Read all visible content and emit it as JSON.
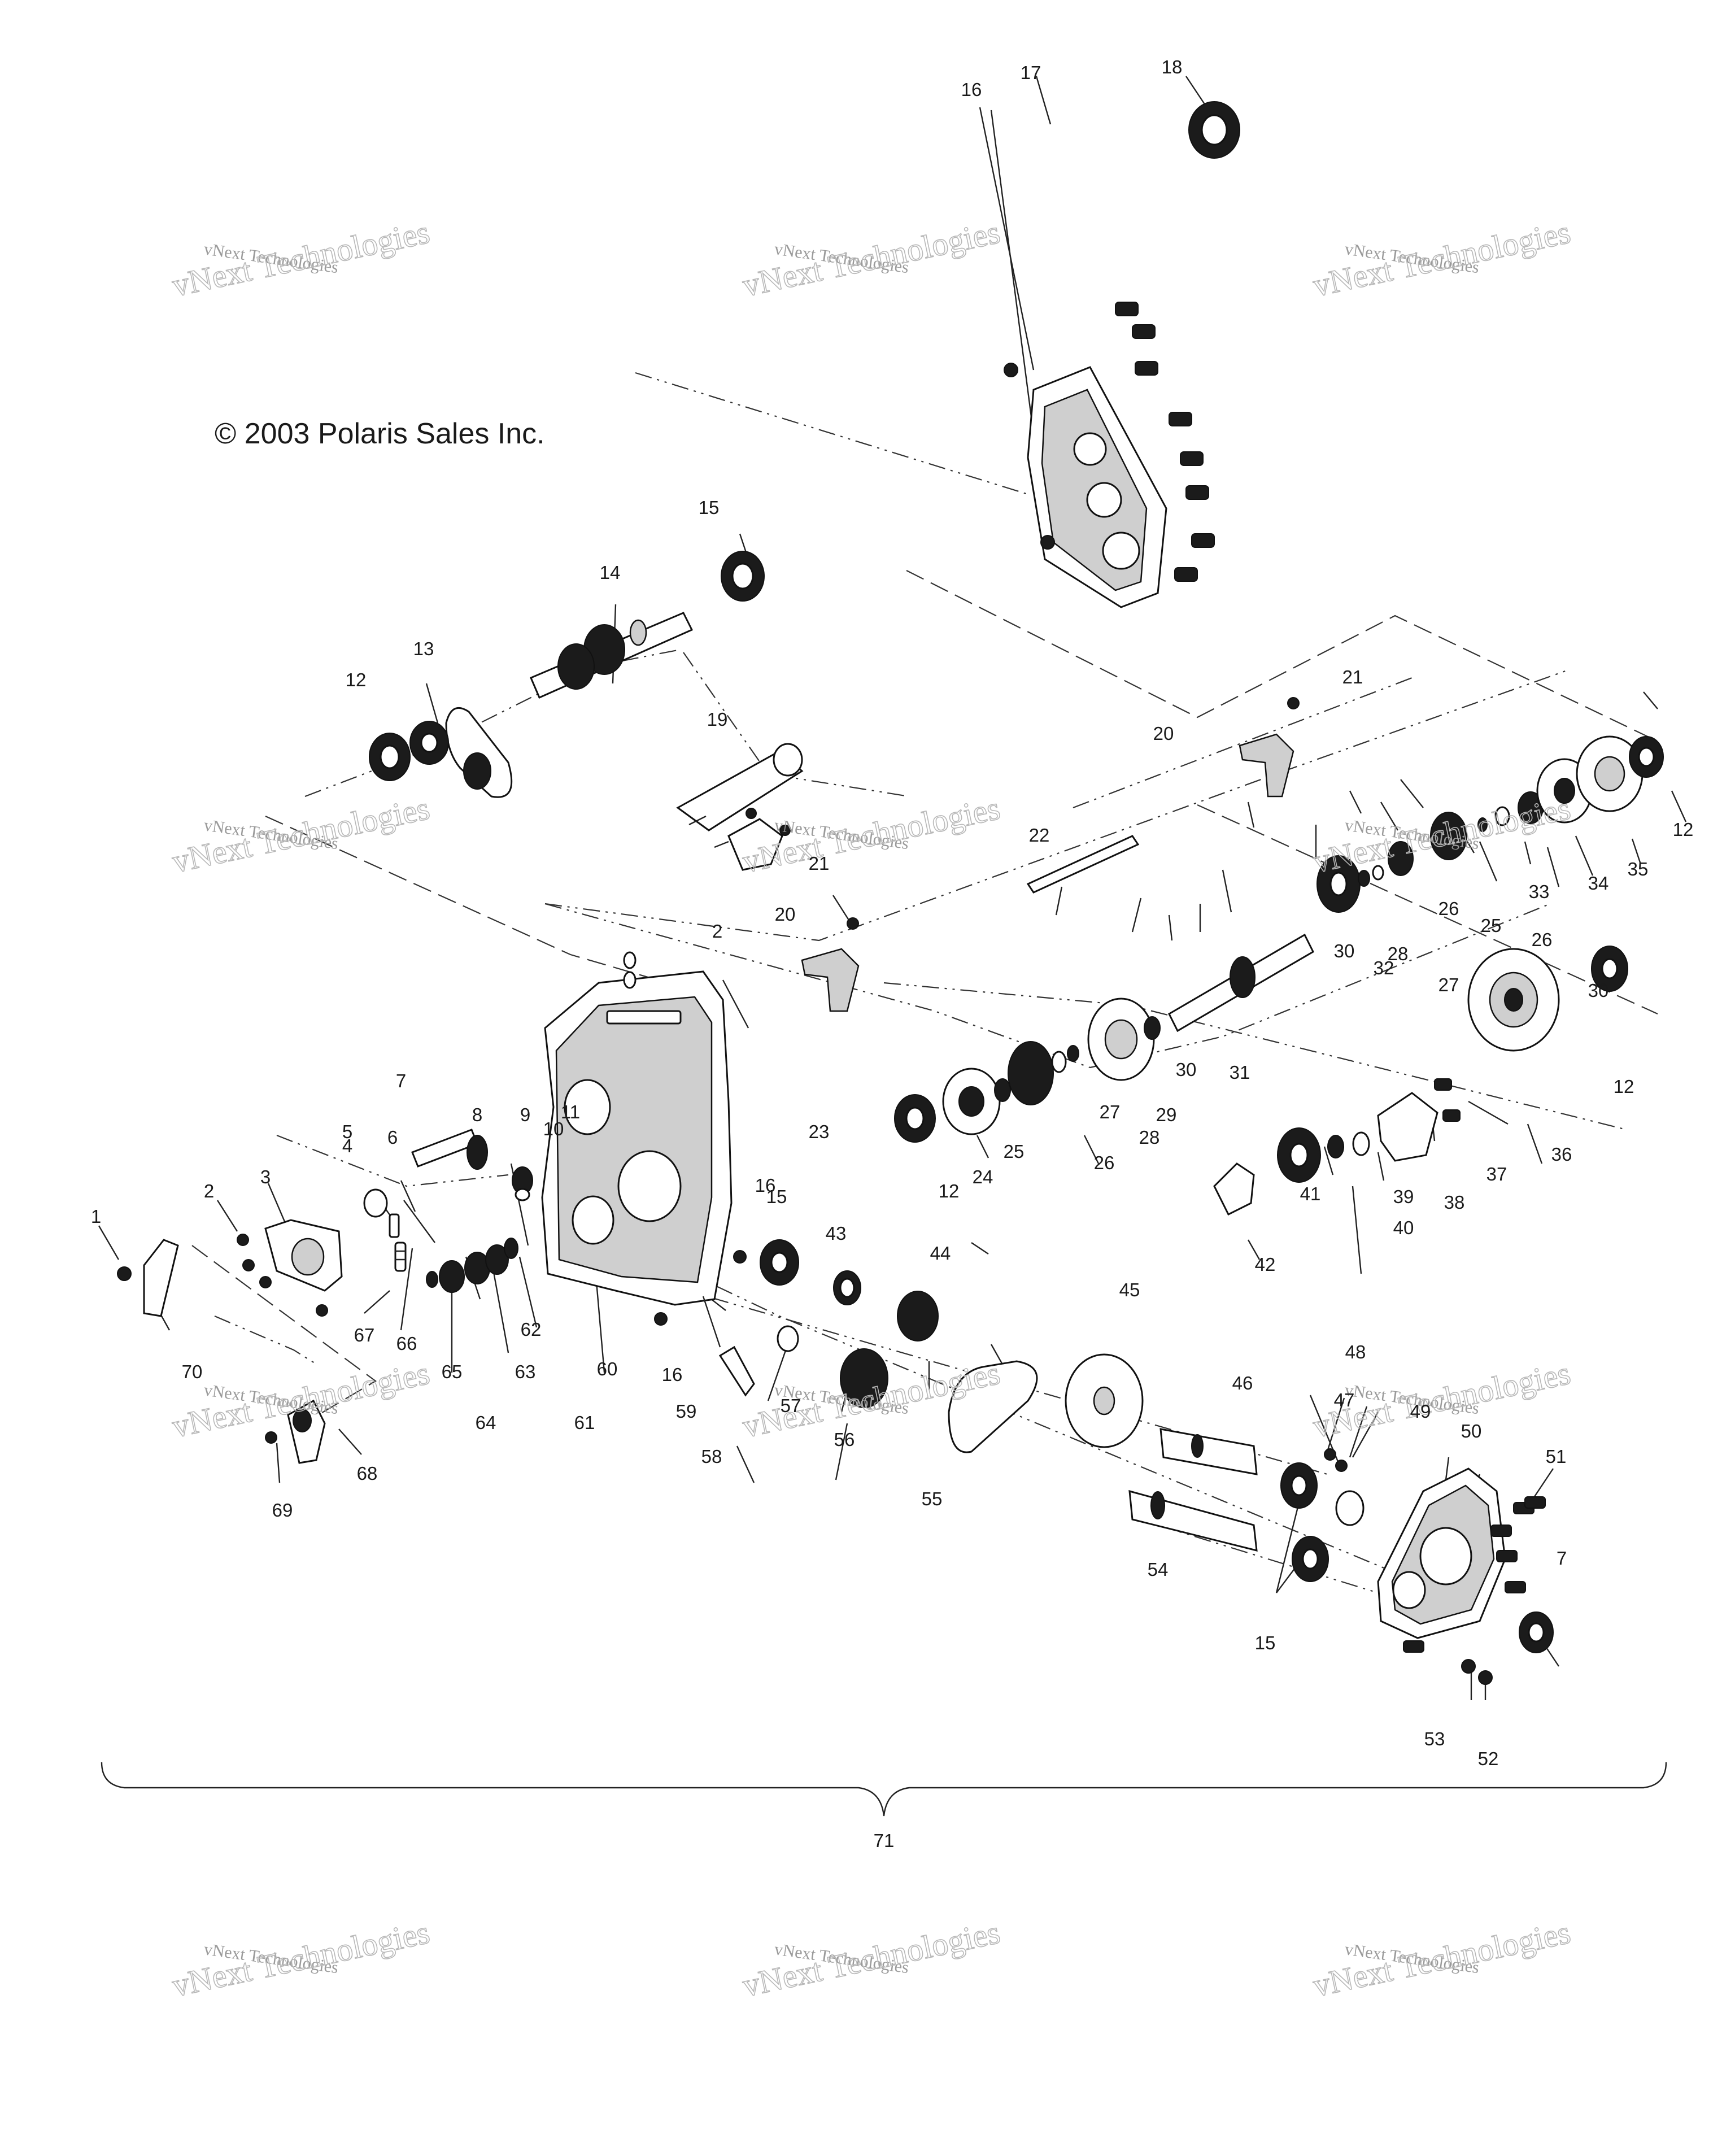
{
  "copyright": "© 2003 Polaris Sales Inc.",
  "watermark": {
    "line1": "vNext Technologies",
    "line2": "vNext Technologies"
  },
  "assembly_label": "71",
  "callouts": [
    "1",
    "2",
    "3",
    "4",
    "5",
    "6",
    "7",
    "8",
    "9",
    "10",
    "11",
    "12",
    "13",
    "14",
    "15",
    "16",
    "17",
    "18",
    "19",
    "20",
    "21",
    "22",
    "23",
    "24",
    "25",
    "26",
    "27",
    "28",
    "29",
    "30",
    "31",
    "32",
    "33",
    "34",
    "35",
    "36",
    "37",
    "38",
    "39",
    "40",
    "41",
    "42",
    "43",
    "44",
    "45",
    "46",
    "47",
    "48",
    "49",
    "50",
    "51",
    "52",
    "53",
    "54",
    "55",
    "56",
    "57",
    "58",
    "59",
    "60",
    "61",
    "62",
    "63",
    "64",
    "65",
    "66",
    "67",
    "68",
    "69",
    "70"
  ],
  "colors": {
    "ink": "#111111",
    "watermark": "#9a9a9a",
    "background": "#ffffff"
  }
}
